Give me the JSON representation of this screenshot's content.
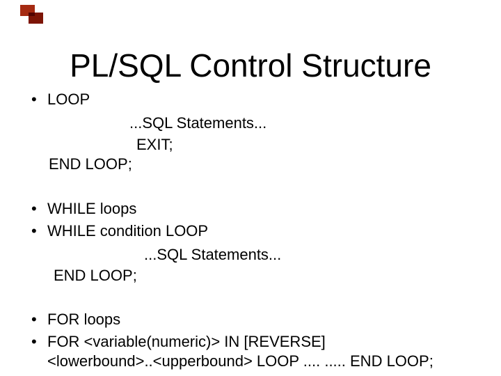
{
  "title": "PL/SQL Control Structure",
  "bullet": "•",
  "colors": {
    "background": "#ffffff",
    "text": "#000000",
    "decor_square_back": "#a52a12",
    "decor_square_front": "#7d1506"
  },
  "body": {
    "lines": [
      "LOOP",
      "...SQL Statements...",
      "EXIT;",
      "END LOOP;",
      "WHILE loops",
      "WHILE condition LOOP",
      "...SQL Statements...",
      "END LOOP;",
      "FOR loops",
      "FOR <variable(numeric)> IN [REVERSE]",
      "<lowerbound>..<upperbound> LOOP .... ..... END LOOP;"
    ]
  }
}
